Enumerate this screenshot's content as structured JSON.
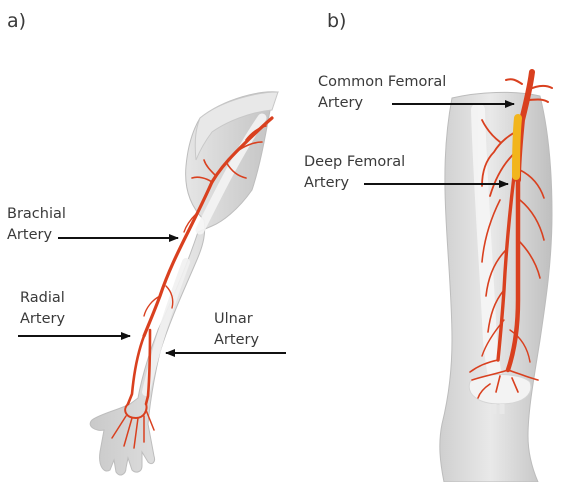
{
  "panels": {
    "a": {
      "letter": "a)"
    },
    "b": {
      "letter": "b)"
    }
  },
  "labels": {
    "brachial": {
      "line1": "Brachial",
      "line2": "Artery"
    },
    "radial": {
      "line1": "Radial",
      "line2": "Artery"
    },
    "ulnar": {
      "line1": "Ulnar",
      "line2": "Artery"
    },
    "common_femoral": {
      "line1": "Common Femoral",
      "line2": "Artery"
    },
    "deep_femoral": {
      "line1": "Deep Femoral",
      "line2": "Artery"
    }
  },
  "colors": {
    "artery": "#d9401f",
    "artery_dark": "#b5301a",
    "limb": "#d6d6d6",
    "bone": "#f2f2f2",
    "highlight": "#f2b51c",
    "arrow": "#111111"
  }
}
